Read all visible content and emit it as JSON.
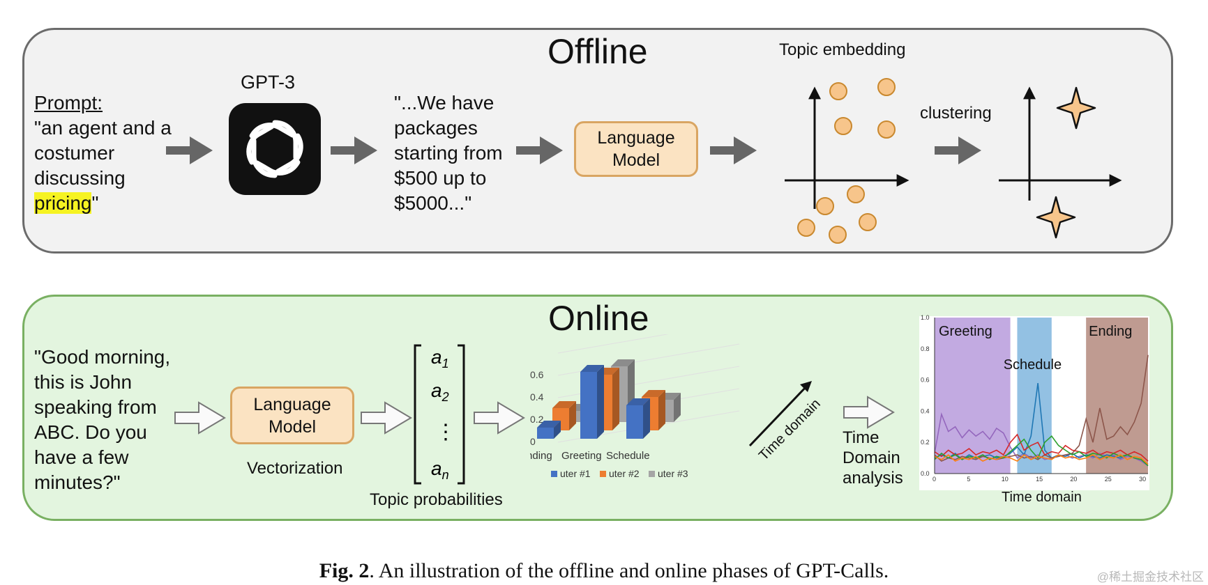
{
  "offline": {
    "title": "Offline",
    "prompt_label": "Prompt:",
    "prompt_text": "\"an agent and a costumer discussing ",
    "prompt_highlight": "pricing",
    "prompt_end": "\"",
    "gpt_label": "GPT-3",
    "gpt_icon": "openai-logo-icon",
    "output_text": "\"...We have packages starting from $500 up to $5000...\"",
    "lm_label": "Language Model",
    "embedding_label": "Topic embedding",
    "clustering_label": "clustering"
  },
  "online": {
    "title": "Online",
    "quote": "\"Good morning, this is John speaking from ABC. Do you have a few minutes?\"",
    "lm_label": "Language Model",
    "vectorization_label": "Vectorization",
    "topic_prob_label": "Topic probabilities",
    "vector_entries": [
      "a1",
      "a2",
      "⋮",
      "an"
    ],
    "time_domain_arrow_label": "Time domain",
    "analysis_label": "Time Domain analysis",
    "line_chart_xlabel": "Time domain"
  },
  "colors": {
    "offline_bg": "#f2f2f2",
    "online_bg": "#e3f5df",
    "online_border": "#79b062",
    "cluster_point": "#f7c58b",
    "lm_box": "#fbe3c2",
    "highlight": "#f6f322",
    "greeting_band": "#b79bdc",
    "schedule_band": "#80b6de",
    "ending_band": "#b48a7e"
  },
  "chart_data": [
    {
      "type": "bar",
      "categories": [
        "Ending",
        "Greeting",
        "Schedule"
      ],
      "series": [
        {
          "name": "uter #1",
          "color": "#4472c4",
          "values": [
            0.1,
            0.6,
            0.3
          ]
        },
        {
          "name": "uter #2",
          "color": "#ed7d31",
          "values": [
            0.2,
            0.5,
            0.3
          ]
        },
        {
          "name": "uter #3",
          "color": "#a5a5a5",
          "values": [
            0.1,
            0.5,
            0.2
          ]
        }
      ],
      "yticks": [
        "0",
        "0.2",
        "0.4",
        "0.6"
      ],
      "ylim": [
        0,
        0.8
      ]
    },
    {
      "type": "line",
      "xlabel": "Time domain",
      "xticks": [
        "0",
        "5",
        "10",
        "15",
        "20",
        "25",
        "30"
      ],
      "yticks": [
        "0.0",
        "0.2",
        "0.4",
        "0.6",
        "0.8",
        "1.0"
      ],
      "xlim": [
        0,
        31
      ],
      "ylim": [
        0,
        1
      ],
      "bands": [
        {
          "label": "Greeting",
          "start": 0,
          "end": 11,
          "color": "#b79bdc"
        },
        {
          "label": "Schedule",
          "start": 12,
          "end": 17,
          "color": "#80b6de"
        },
        {
          "label": "Ending",
          "start": 22,
          "end": 31,
          "color": "#b48a7e"
        }
      ],
      "series": [
        {
          "color": "#9467bd",
          "values": [
            0.13,
            0.38,
            0.27,
            0.3,
            0.23,
            0.28,
            0.24,
            0.27,
            0.22,
            0.29,
            0.26,
            0.17,
            0.1,
            0.13,
            0.1,
            0.12,
            0.09,
            0.1,
            0.11,
            0.12,
            0.1,
            0.11,
            0.12,
            0.1,
            0.13,
            0.11,
            0.12,
            0.09,
            0.11,
            0.1,
            0.08,
            0.05
          ]
        },
        {
          "color": "#1f77b4",
          "values": [
            0.1,
            0.12,
            0.1,
            0.13,
            0.09,
            0.12,
            0.1,
            0.11,
            0.12,
            0.1,
            0.11,
            0.13,
            0.17,
            0.12,
            0.24,
            0.58,
            0.15,
            0.1,
            0.12,
            0.11,
            0.13,
            0.1,
            0.12,
            0.11,
            0.1,
            0.12,
            0.11,
            0.1,
            0.12,
            0.1,
            0.09,
            0.06
          ]
        },
        {
          "color": "#8c564b",
          "values": [
            0.12,
            0.08,
            0.1,
            0.09,
            0.11,
            0.1,
            0.09,
            0.11,
            0.1,
            0.09,
            0.1,
            0.11,
            0.12,
            0.1,
            0.11,
            0.09,
            0.12,
            0.1,
            0.11,
            0.12,
            0.13,
            0.18,
            0.35,
            0.2,
            0.42,
            0.22,
            0.24,
            0.3,
            0.25,
            0.33,
            0.45,
            0.76
          ]
        },
        {
          "color": "#d62728",
          "values": [
            0.14,
            0.11,
            0.15,
            0.12,
            0.13,
            0.16,
            0.12,
            0.14,
            0.13,
            0.15,
            0.12,
            0.2,
            0.25,
            0.15,
            0.18,
            0.2,
            0.12,
            0.14,
            0.13,
            0.18,
            0.15,
            0.14,
            0.13,
            0.15,
            0.12,
            0.14,
            0.13,
            0.15,
            0.12,
            0.14,
            0.12,
            0.08
          ]
        },
        {
          "color": "#2ca02c",
          "values": [
            0.09,
            0.13,
            0.1,
            0.12,
            0.09,
            0.11,
            0.1,
            0.12,
            0.09,
            0.11,
            0.1,
            0.14,
            0.18,
            0.22,
            0.15,
            0.1,
            0.2,
            0.24,
            0.18,
            0.15,
            0.12,
            0.14,
            0.11,
            0.13,
            0.12,
            0.1,
            0.13,
            0.11,
            0.12,
            0.1,
            0.09,
            0.05
          ]
        },
        {
          "color": "#ff7f0e",
          "values": [
            0.11,
            0.09,
            0.12,
            0.08,
            0.1,
            0.09,
            0.11,
            0.08,
            0.1,
            0.09,
            0.11,
            0.1,
            0.08,
            0.12,
            0.09,
            0.11,
            0.1,
            0.09,
            0.12,
            0.1,
            0.11,
            0.09,
            0.1,
            0.12,
            0.09,
            0.11,
            0.1,
            0.12,
            0.09,
            0.11,
            0.1,
            0.06
          ]
        }
      ]
    }
  ],
  "caption": {
    "fig_label": "Fig. 2",
    "text": ". An illustration of the offline and online phases of GPT-Calls."
  },
  "watermark": "@稀土掘金技术社区"
}
